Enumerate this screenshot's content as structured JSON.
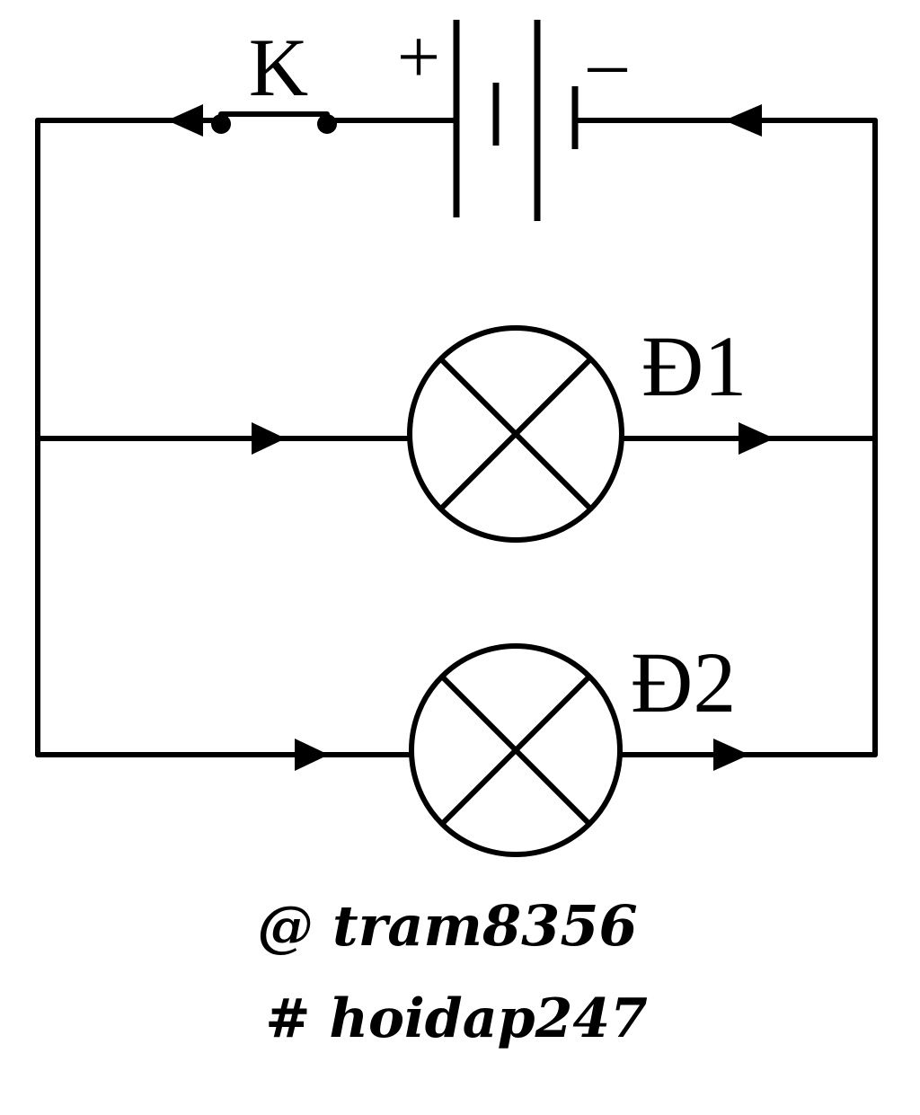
{
  "labels": {
    "switch": "K",
    "battery_positive": "+",
    "battery_negative": "–",
    "lamp1": "Đ1",
    "lamp2": "Đ2"
  },
  "watermark": {
    "line1": "@ tram8356",
    "line2": "# hoidap247"
  },
  "colors": {
    "ink": "#000000",
    "background": "#ffffff"
  }
}
